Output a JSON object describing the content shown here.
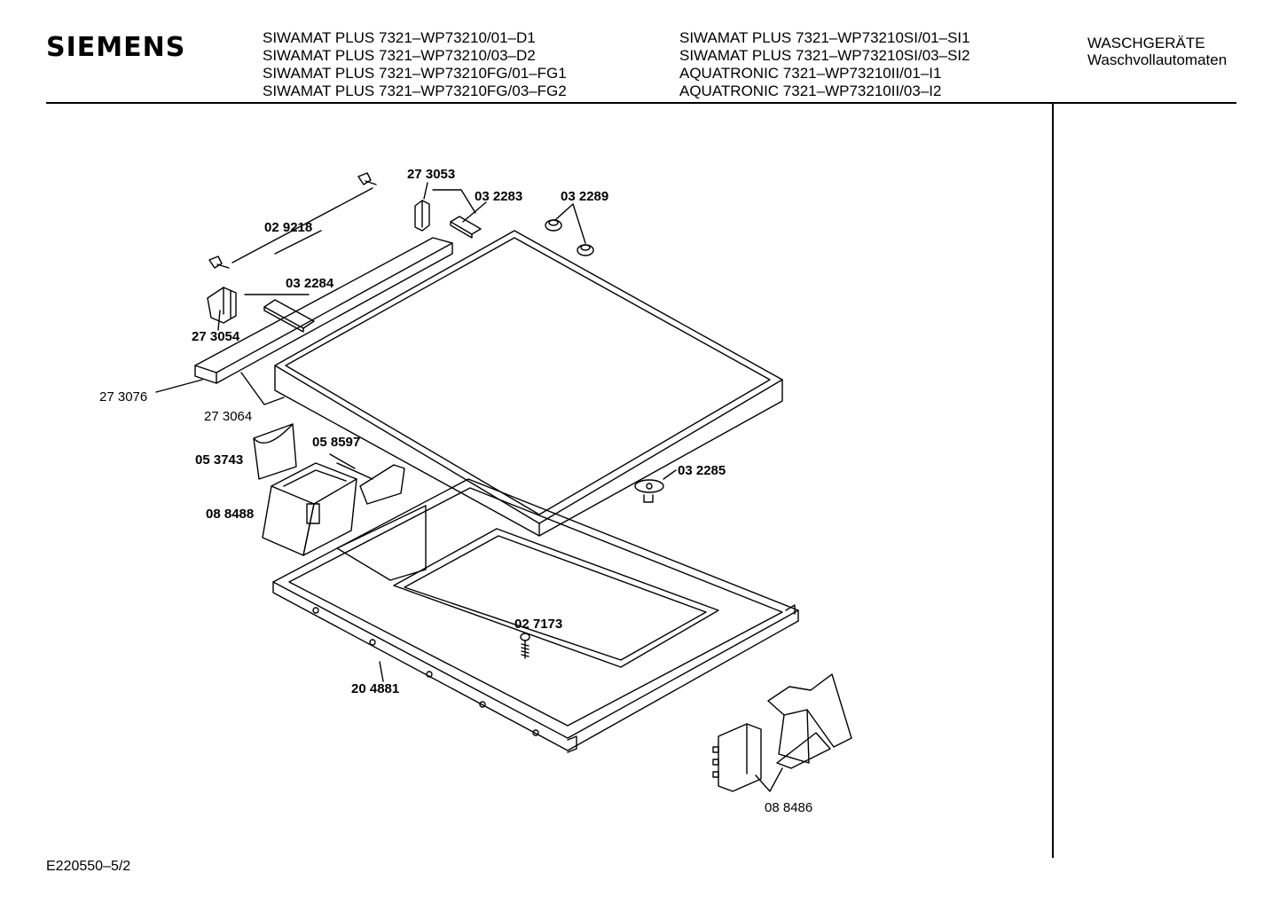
{
  "header": {
    "brand": "SIEMENS",
    "models_left": [
      "SIWAMAT PLUS 7321–WP73210/01–D1",
      "SIWAMAT PLUS 7321–WP73210/03–D2",
      "SIWAMAT PLUS 7321–WP73210FG/01–FG1",
      "SIWAMAT PLUS 7321–WP73210FG/03–FG2"
    ],
    "models_right": [
      "SIWAMAT PLUS 7321–WP73210SI/01–SI1",
      "SIWAMAT PLUS 7321–WP73210SI/03–SI2",
      "AQUATRONIC 7321–WP73210II/01–I1",
      "AQUATRONIC 7321–WP73210II/03–I2"
    ],
    "category": [
      "WASCHGERÄTE",
      "Waschvollautomaten"
    ]
  },
  "parts": [
    {
      "number": "27 3053",
      "bold": true
    },
    {
      "number": "03 2283",
      "bold": true
    },
    {
      "number": "03 2289",
      "bold": true
    },
    {
      "number": "02 9218",
      "bold": true
    },
    {
      "number": "03 2284",
      "bold": true
    },
    {
      "number": "27 3054",
      "bold": true
    },
    {
      "number": "27 3076",
      "bold": false
    },
    {
      "number": "27 3064",
      "bold": false
    },
    {
      "number": "05 8597",
      "bold": true
    },
    {
      "number": "05 3743",
      "bold": true
    },
    {
      "number": "08 8488",
      "bold": true
    },
    {
      "number": "03 2285",
      "bold": true
    },
    {
      "number": "02 7173",
      "bold": true
    },
    {
      "number": "20 4881",
      "bold": true
    },
    {
      "number": "08 8486",
      "bold": false
    }
  ],
  "footer": {
    "code": "E220550–5/2"
  }
}
